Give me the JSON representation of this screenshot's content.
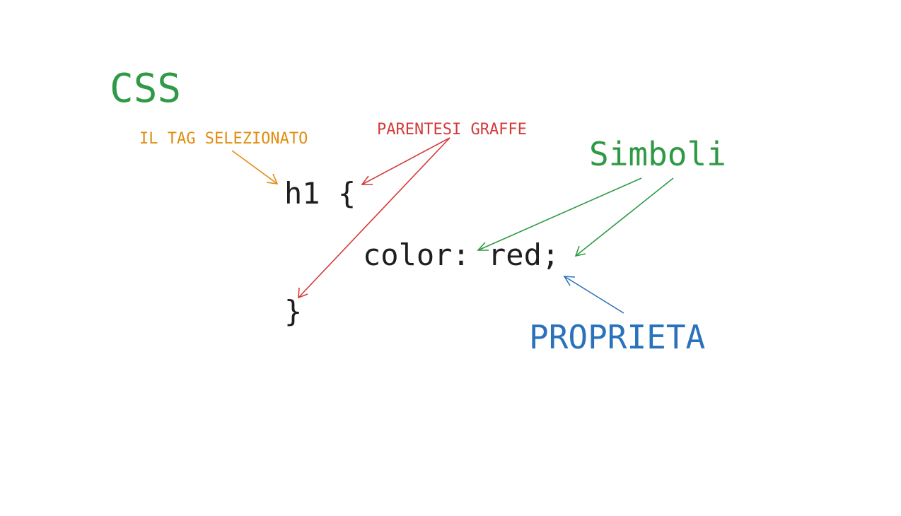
{
  "title": "CSS",
  "labels": {
    "selected_tag": "IL TAG SELEZIONATO",
    "braces": "PARENTESI GRAFFE",
    "symbols": "Simboli",
    "property": "PROPRIETA"
  },
  "code": {
    "line1": "h1 {",
    "line2": "color: red;",
    "line3": "}"
  },
  "colors": {
    "green": "#2f9a45",
    "orange": "#e08e12",
    "red": "#d33a3a",
    "blue": "#2a72bb",
    "code": "#1e1e1e"
  }
}
